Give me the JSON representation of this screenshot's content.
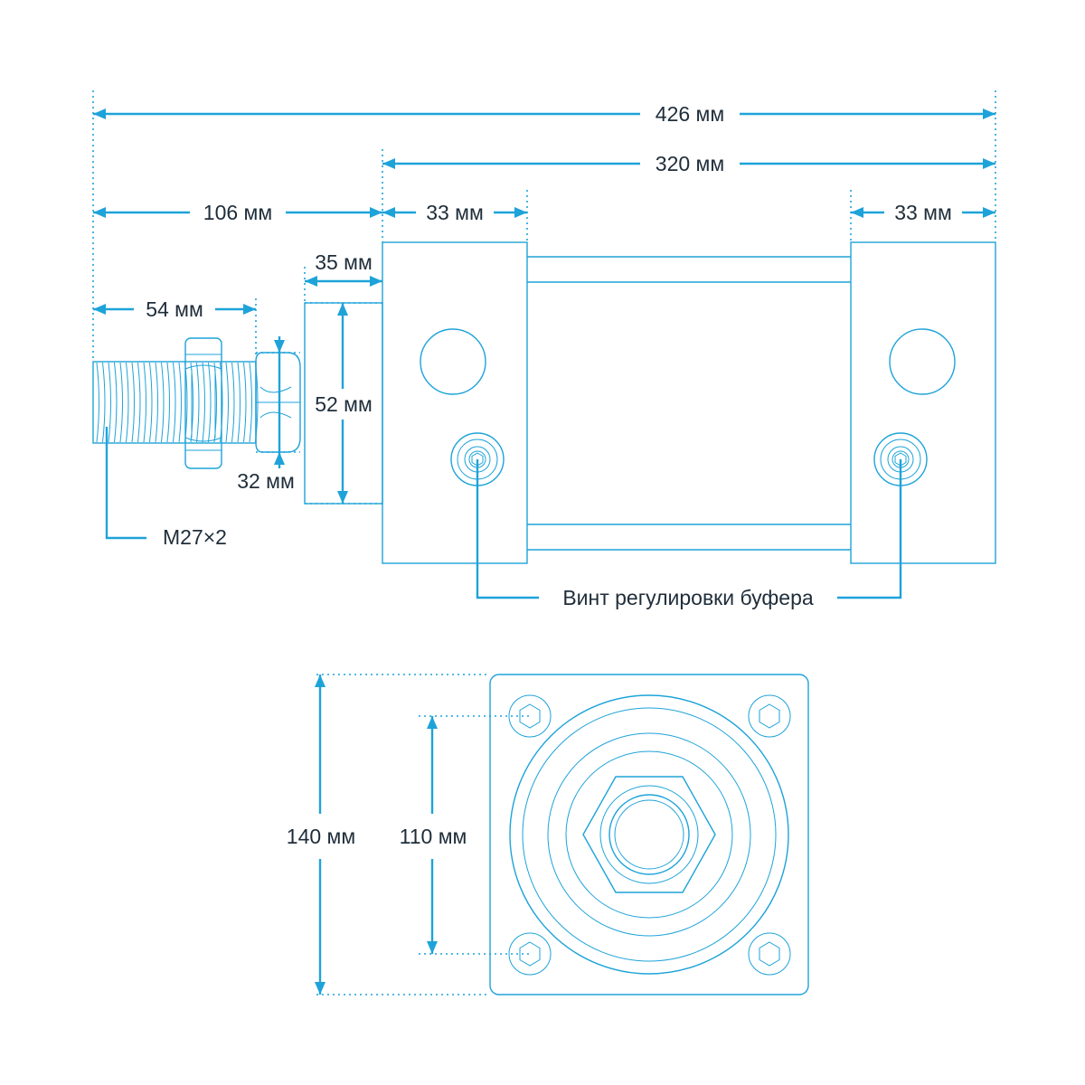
{
  "diagram": {
    "line_color": "#1ea3d9",
    "text_color": "#1f2d3a",
    "side_view": {
      "total_length": "426 мм",
      "body_length": "320 мм",
      "rod_extension": "106 мм",
      "front_cap_width": "33 мм",
      "rear_cap_width": "33 мм",
      "flange_width": "35 мм",
      "thread_length": "54 мм",
      "flange_height": "52 мм",
      "rod_diameter": "32 мм",
      "thread_spec": "M27×2",
      "buffer_screw": "Винт регулировки буфера"
    },
    "front_view": {
      "outer_size": "140 мм",
      "bolt_spacing": "110 мм"
    }
  }
}
